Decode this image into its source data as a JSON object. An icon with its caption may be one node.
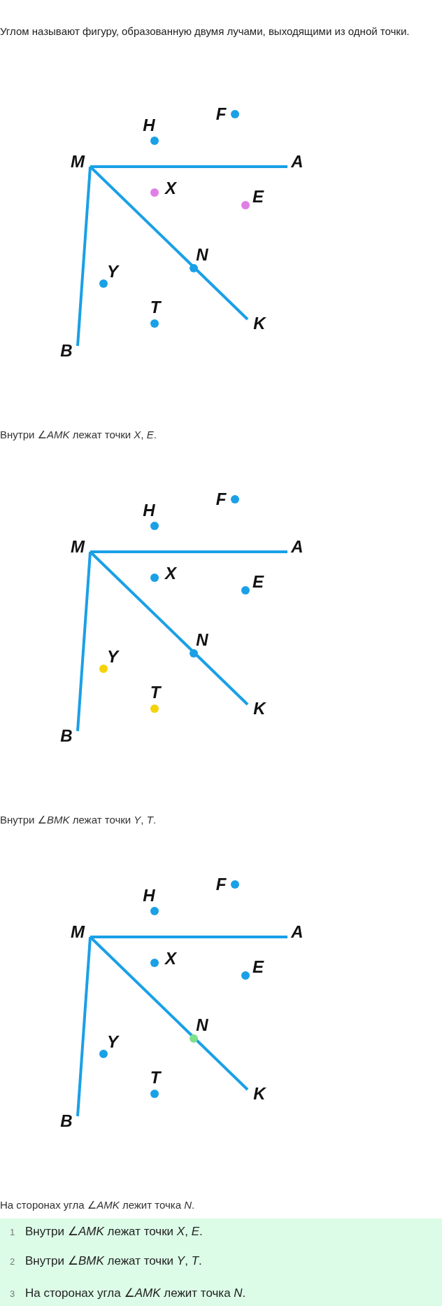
{
  "diagram": {
    "labels": [
      "Углом называют фигуру, образованную двумя лучами, выходящими из одной точки.",
      "F",
      "H",
      "M",
      "A",
      "X",
      "E",
      "N",
      "Y",
      "T",
      "K",
      "B",
      "Внутри ∠*AMK* лежат точки *X*, *E*.",
      "F",
      "H",
      "M",
      "A",
      "X",
      "E",
      "N",
      "Y",
      "T",
      "K",
      "B",
      "Внутри ∠*BMK* лежат точки *Y*, *T*.",
      "F",
      "H",
      "M",
      "A",
      "X",
      "E",
      "N",
      "Y",
      "T",
      "K",
      "B",
      "На сторонах угла ∠*AMK* лежит точка *N*.",
      "1",
      "Внутри ∠*AMK* лежат точки *X*, *E*.",
      "2",
      "Внутри ∠*BMK* лежат точки *Y*, *T*.",
      "3",
      "На сторонах угла ∠*AMK* лежит точка *N*."
    ]
  }
}
